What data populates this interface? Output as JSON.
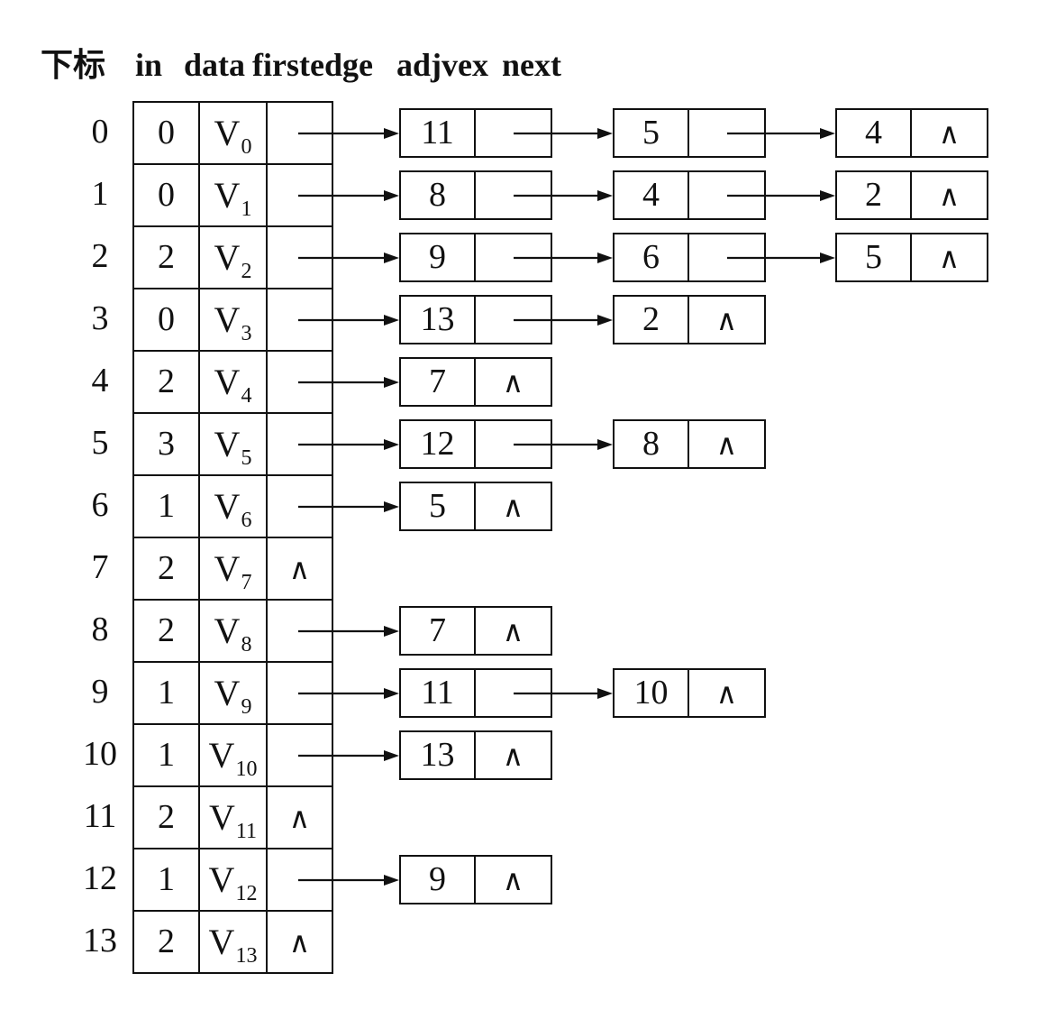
{
  "header": {
    "index_label": "下标",
    "in_label": "in",
    "data_label": "data",
    "firstedge_label": "firstedge",
    "adjvex_label": "adjvex",
    "next_label": "next"
  },
  "null_symbol": "∧",
  "vertices": [
    {
      "index": "0",
      "in": "0",
      "data": "V",
      "sub": "0",
      "edges": [
        "11",
        "5",
        "4"
      ]
    },
    {
      "index": "1",
      "in": "0",
      "data": "V",
      "sub": "1",
      "edges": [
        "8",
        "4",
        "2"
      ]
    },
    {
      "index": "2",
      "in": "2",
      "data": "V",
      "sub": "2",
      "edges": [
        "9",
        "6",
        "5"
      ]
    },
    {
      "index": "3",
      "in": "0",
      "data": "V",
      "sub": "3",
      "edges": [
        "13",
        "2"
      ]
    },
    {
      "index": "4",
      "in": "2",
      "data": "V",
      "sub": "4",
      "edges": [
        "7"
      ]
    },
    {
      "index": "5",
      "in": "3",
      "data": "V",
      "sub": "5",
      "edges": [
        "12",
        "8"
      ]
    },
    {
      "index": "6",
      "in": "1",
      "data": "V",
      "sub": "6",
      "edges": [
        "5"
      ]
    },
    {
      "index": "7",
      "in": "2",
      "data": "V",
      "sub": "7",
      "edges": []
    },
    {
      "index": "8",
      "in": "2",
      "data": "V",
      "sub": "8",
      "edges": [
        "7"
      ]
    },
    {
      "index": "9",
      "in": "1",
      "data": "V",
      "sub": "9",
      "edges": [
        "11",
        "10"
      ]
    },
    {
      "index": "10",
      "in": "1",
      "data": "V",
      "sub": "10",
      "edges": [
        "13"
      ]
    },
    {
      "index": "11",
      "in": "2",
      "data": "V",
      "sub": "11",
      "edges": []
    },
    {
      "index": "12",
      "in": "1",
      "data": "V",
      "sub": "12",
      "edges": [
        "9"
      ]
    },
    {
      "index": "13",
      "in": "2",
      "data": "V",
      "sub": "13",
      "edges": []
    }
  ]
}
